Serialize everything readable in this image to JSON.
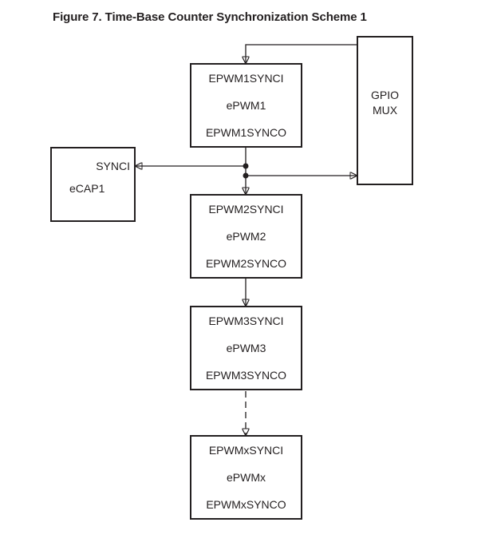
{
  "title": "Figure 7. Time-Base Counter Synchronization Scheme 1",
  "pwm_blocks": [
    {
      "synci": "EPWM1SYNCI",
      "name": "ePWM1",
      "synco": "EPWM1SYNCO"
    },
    {
      "synci": "EPWM2SYNCI",
      "name": "ePWM2",
      "synco": "EPWM2SYNCO"
    },
    {
      "synci": "EPWM3SYNCI",
      "name": "ePWM3",
      "synco": "EPWM3SYNCO"
    },
    {
      "synci": "EPWMxSYNCI",
      "name": "ePWMx",
      "synco": "EPWMxSYNCO"
    }
  ],
  "gpio_mux": {
    "line1": "GPIO",
    "line2": "MUX"
  },
  "ecap1": {
    "port": "SYNCI",
    "name": "eCAP1"
  },
  "colors": {
    "line": "#231f20",
    "text": "#231f20",
    "background": "#ffffff"
  }
}
